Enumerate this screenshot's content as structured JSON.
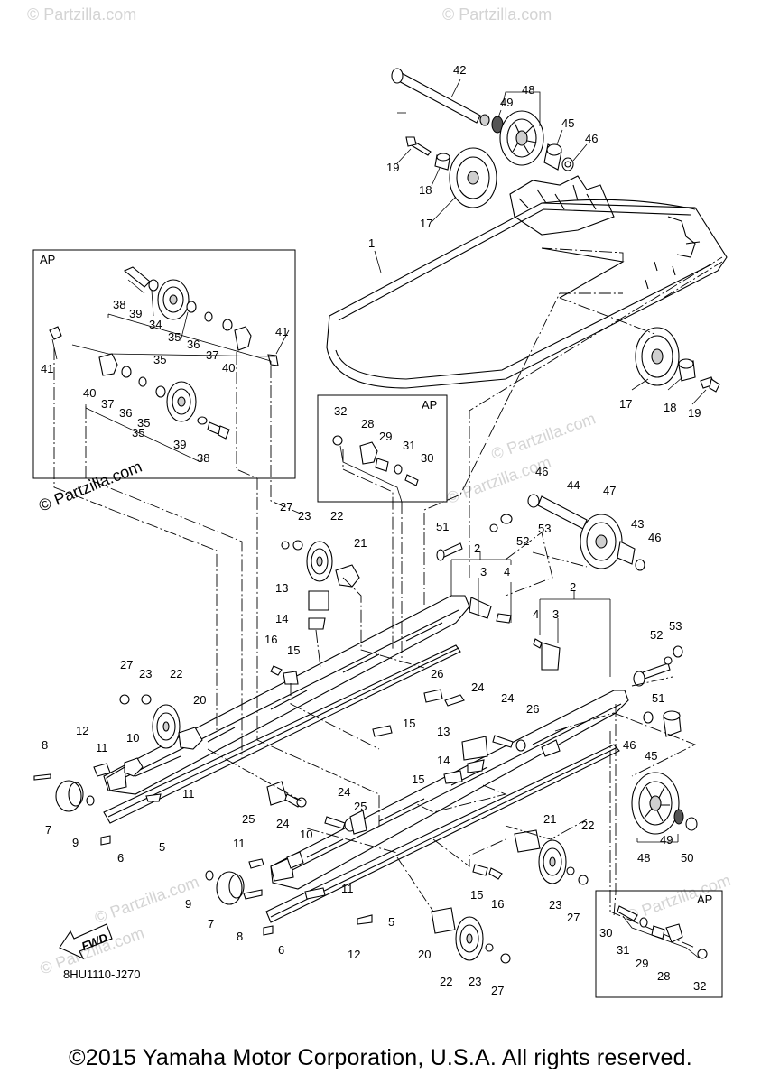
{
  "watermarks": [
    "© Partzilla.com",
    "© Partzilla.com",
    "© Partzilla.com",
    "© Partzilla.com",
    "© Partzilla.com",
    "© Partzilla.com",
    "© Partzilla.com"
  ],
  "watermark_main": "© Partzilla.com",
  "inset_label": "AP",
  "fwd_label": "FWD",
  "diagram_code": "8HU1110-J270",
  "copyright": "©2015 Yamaha Motor Corporation, U.S.A. All rights reserved.",
  "callouts": {
    "c42": "42",
    "c49a": "49",
    "c48a": "48",
    "c19a": "19",
    "c45a": "45",
    "c46a": "46",
    "c18a": "18",
    "c17a": "17",
    "c1": "1",
    "c17b": "17",
    "c18b": "18",
    "c19b": "19",
    "apL38a": "38",
    "apL39a": "39",
    "apL34": "34",
    "apL35a": "35",
    "apL36a": "36",
    "apL37a": "37",
    "apL35b": "35",
    "apL40a": "40",
    "apL41a": "41",
    "apL41b": "41",
    "apL40b": "40",
    "apL37b": "37",
    "apL36b": "36",
    "apL35c": "35",
    "apL35d": "35",
    "apL39b": "39",
    "apL38b": "38",
    "apM32": "32",
    "apM28": "28",
    "apM29": "29",
    "apM31": "31",
    "apM30": "30",
    "c46b": "46",
    "c44": "44",
    "c47": "47",
    "c53a": "53",
    "c52a": "52",
    "c43": "43",
    "c46c": "46",
    "c51a": "51",
    "c2a": "2",
    "c3a": "3",
    "c4a": "4",
    "c27a": "27",
    "c23a": "23",
    "c22a": "22",
    "c21a": "21",
    "c13a": "13",
    "c14a": "14",
    "c16a": "16",
    "c15a": "15",
    "c2b": "2",
    "c4b": "4",
    "c3b": "3",
    "c52b": "52",
    "c53b": "53",
    "c51b": "51",
    "c27b": "27",
    "c23b": "23",
    "c22b": "22",
    "c20a": "20",
    "c26a": "26",
    "c24a": "24",
    "c15b": "15",
    "c12a": "12",
    "c11a": "11",
    "c8a": "8",
    "c10a": "10",
    "c11b": "11",
    "c7a": "7",
    "c9a": "9",
    "c6a": "6",
    "c5a": "5",
    "c25a": "25",
    "c24b": "24",
    "c13b": "13",
    "c14b": "14",
    "c15c": "15",
    "c24c": "24",
    "c26b": "26",
    "c46d": "46",
    "c45b": "45",
    "c24d": "24",
    "c25b": "25",
    "c10b": "10",
    "c11c": "11",
    "c11d": "11",
    "c9b": "9",
    "c7b": "7",
    "c8b": "8",
    "c6b": "6",
    "c5b": "5",
    "c12b": "12",
    "c21b": "21",
    "c22c": "22",
    "c15d": "15",
    "c16b": "16",
    "c23c": "23",
    "c27c": "27",
    "c20b": "20",
    "c22d": "22",
    "c23d": "23",
    "c27d": "27",
    "c48b": "48",
    "c49b": "49",
    "c50": "50",
    "apR30": "30",
    "apR31": "31",
    "apR29": "29",
    "apR28": "28",
    "apR32": "32"
  }
}
